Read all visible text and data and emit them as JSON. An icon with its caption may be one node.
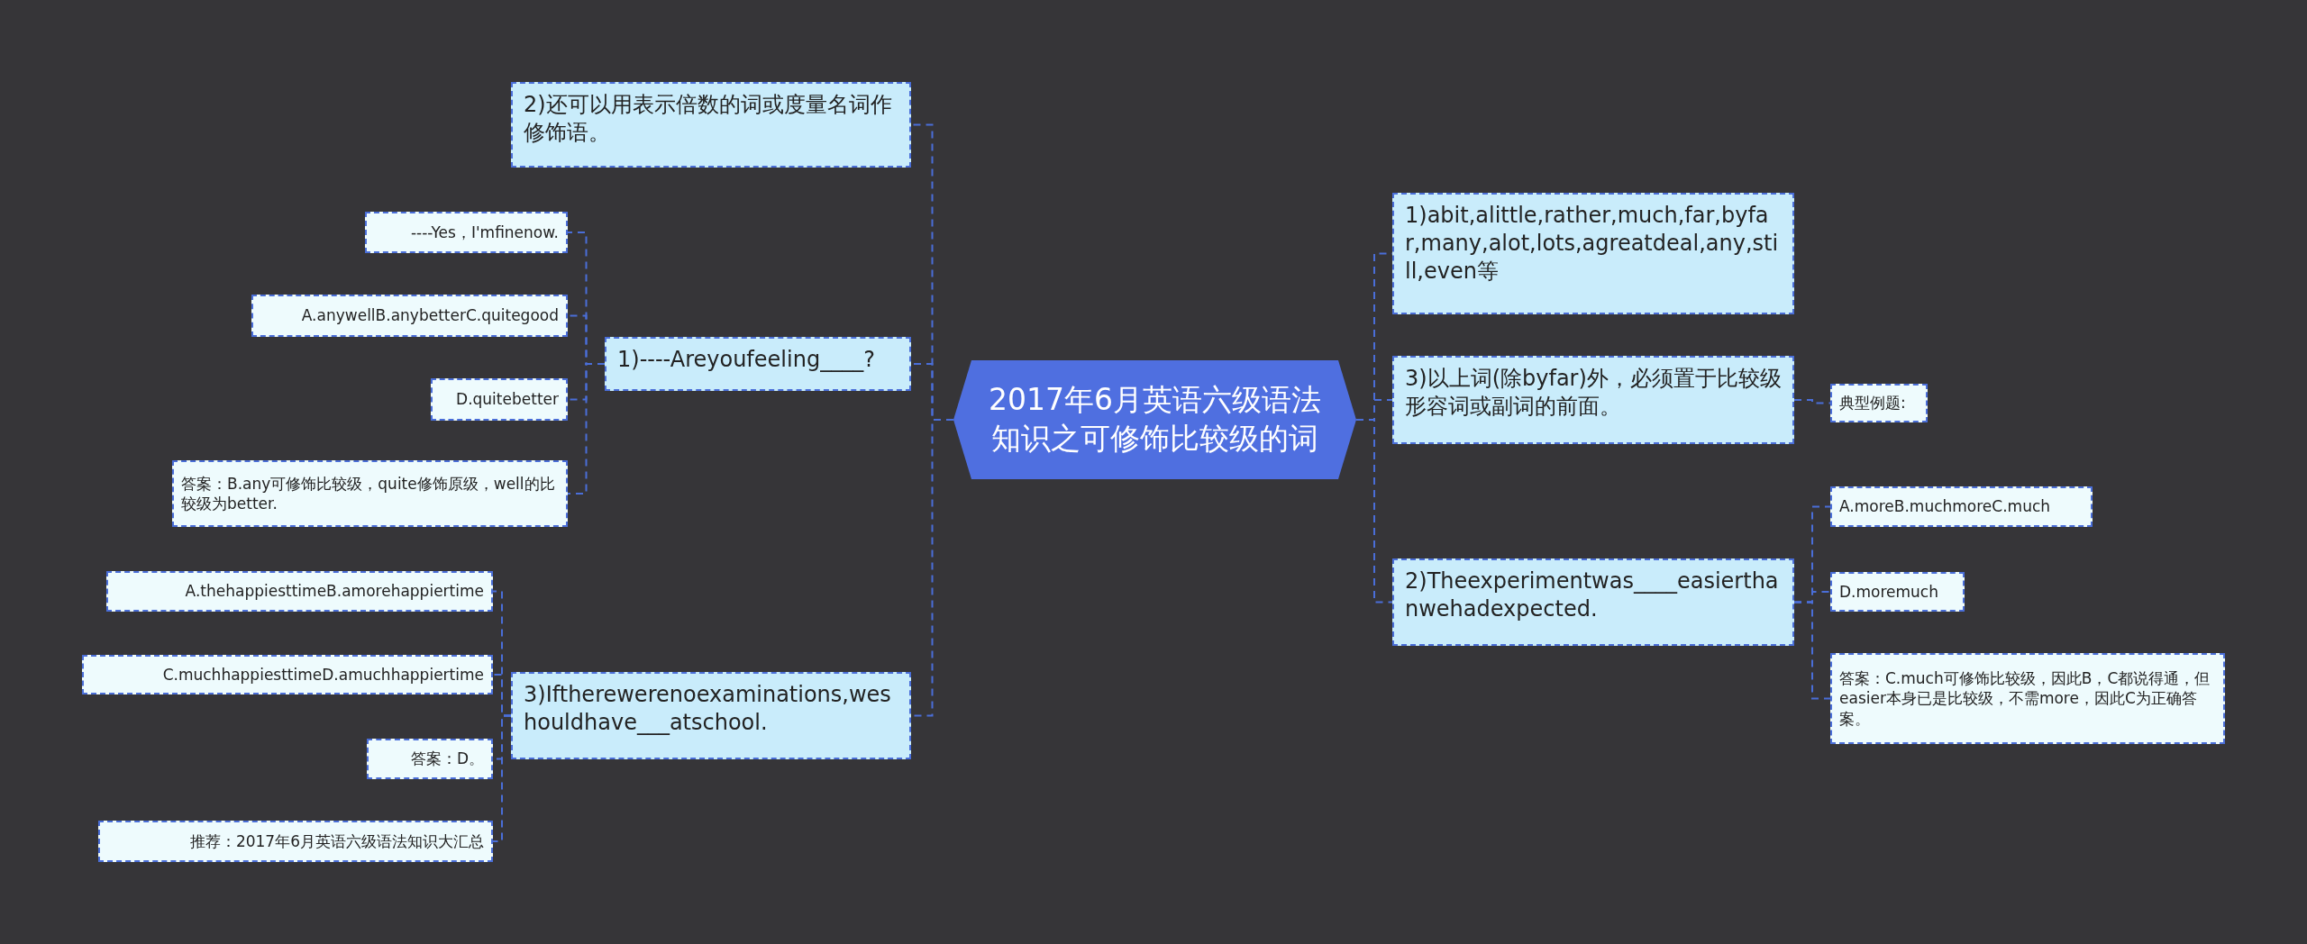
{
  "diagram": {
    "nodes": [
      {
        "text": [
          "2017年6月英语六级语法知识之可修饰比较级的词"
        ]
      },
      {
        "text": [
          "2)还可以用表示倍数的词或度量名词作修饰语。"
        ]
      },
      {
        "text": [
          "1)----Areyoufeeling____?"
        ]
      },
      {
        "text": [
          "----Yes，I'mfinenow."
        ]
      },
      {
        "text": [
          "A.anywellB.anybetterC.quitegood"
        ]
      },
      {
        "text": [
          "D.quitebetter"
        ]
      },
      {
        "text": [
          "答案：B.any可修饰比较级，quite修饰原级，well的比较级为better."
        ]
      },
      {
        "text": [
          "3)Iftherewerenoexaminations,weshouldhave___atschool."
        ]
      },
      {
        "text": [
          "A.thehappiesttimeB.amorehappiertime"
        ]
      },
      {
        "text": [
          "C.muchhappiesttimeD.amuchhappiertime"
        ]
      },
      {
        "text": [
          "答案：D。"
        ]
      },
      {
        "text": [
          "推荐：2017年6月英语六级语法知识大汇总"
        ]
      },
      {
        "text": [
          "1)abit,alittle,rather,much,far,byfar,many,alot,lots,agreatdeal,any,still,even等"
        ]
      },
      {
        "text": [
          "3)以上词(除byfar)外，必须置于比较级形容词或副词的前面。"
        ]
      },
      {
        "text": [
          "典型例题:"
        ]
      },
      {
        "text": [
          "2)Theexperimentwas____easierthanwehadexpected."
        ]
      },
      {
        "text": [
          "A.moreB.muchmoreC.much"
        ]
      },
      {
        "text": [
          "D.moremuch"
        ]
      },
      {
        "text": [
          "答案：C.much可修饰比较级，因此B，C都说得通，但easier本身已是比较级，不需more，因此C为正确答案。"
        ]
      }
    ],
    "edges": [
      {
        "from": 0,
        "to": 1,
        "arrow": "none"
      },
      {
        "from": 0,
        "to": 2,
        "arrow": "none"
      },
      {
        "from": 2,
        "to": 3,
        "arrow": "none"
      },
      {
        "from": 2,
        "to": 4,
        "arrow": "none"
      },
      {
        "from": 2,
        "to": 5,
        "arrow": "none"
      },
      {
        "from": 2,
        "to": 6,
        "arrow": "none"
      },
      {
        "from": 0,
        "to": 7,
        "arrow": "none"
      },
      {
        "from": 7,
        "to": 8,
        "arrow": "none"
      },
      {
        "from": 7,
        "to": 9,
        "arrow": "none"
      },
      {
        "from": 7,
        "to": 10,
        "arrow": "none"
      },
      {
        "from": 7,
        "to": 11,
        "arrow": "none"
      },
      {
        "from": 0,
        "to": 12,
        "arrow": "none"
      },
      {
        "from": 0,
        "to": 13,
        "arrow": "none"
      },
      {
        "from": 13,
        "to": 14,
        "arrow": "none"
      },
      {
        "from": 0,
        "to": 15,
        "arrow": "none"
      },
      {
        "from": 15,
        "to": 16,
        "arrow": "none"
      },
      {
        "from": 15,
        "to": 17,
        "arrow": "none"
      },
      {
        "from": 15,
        "to": 18,
        "arrow": "none"
      }
    ]
  }
}
